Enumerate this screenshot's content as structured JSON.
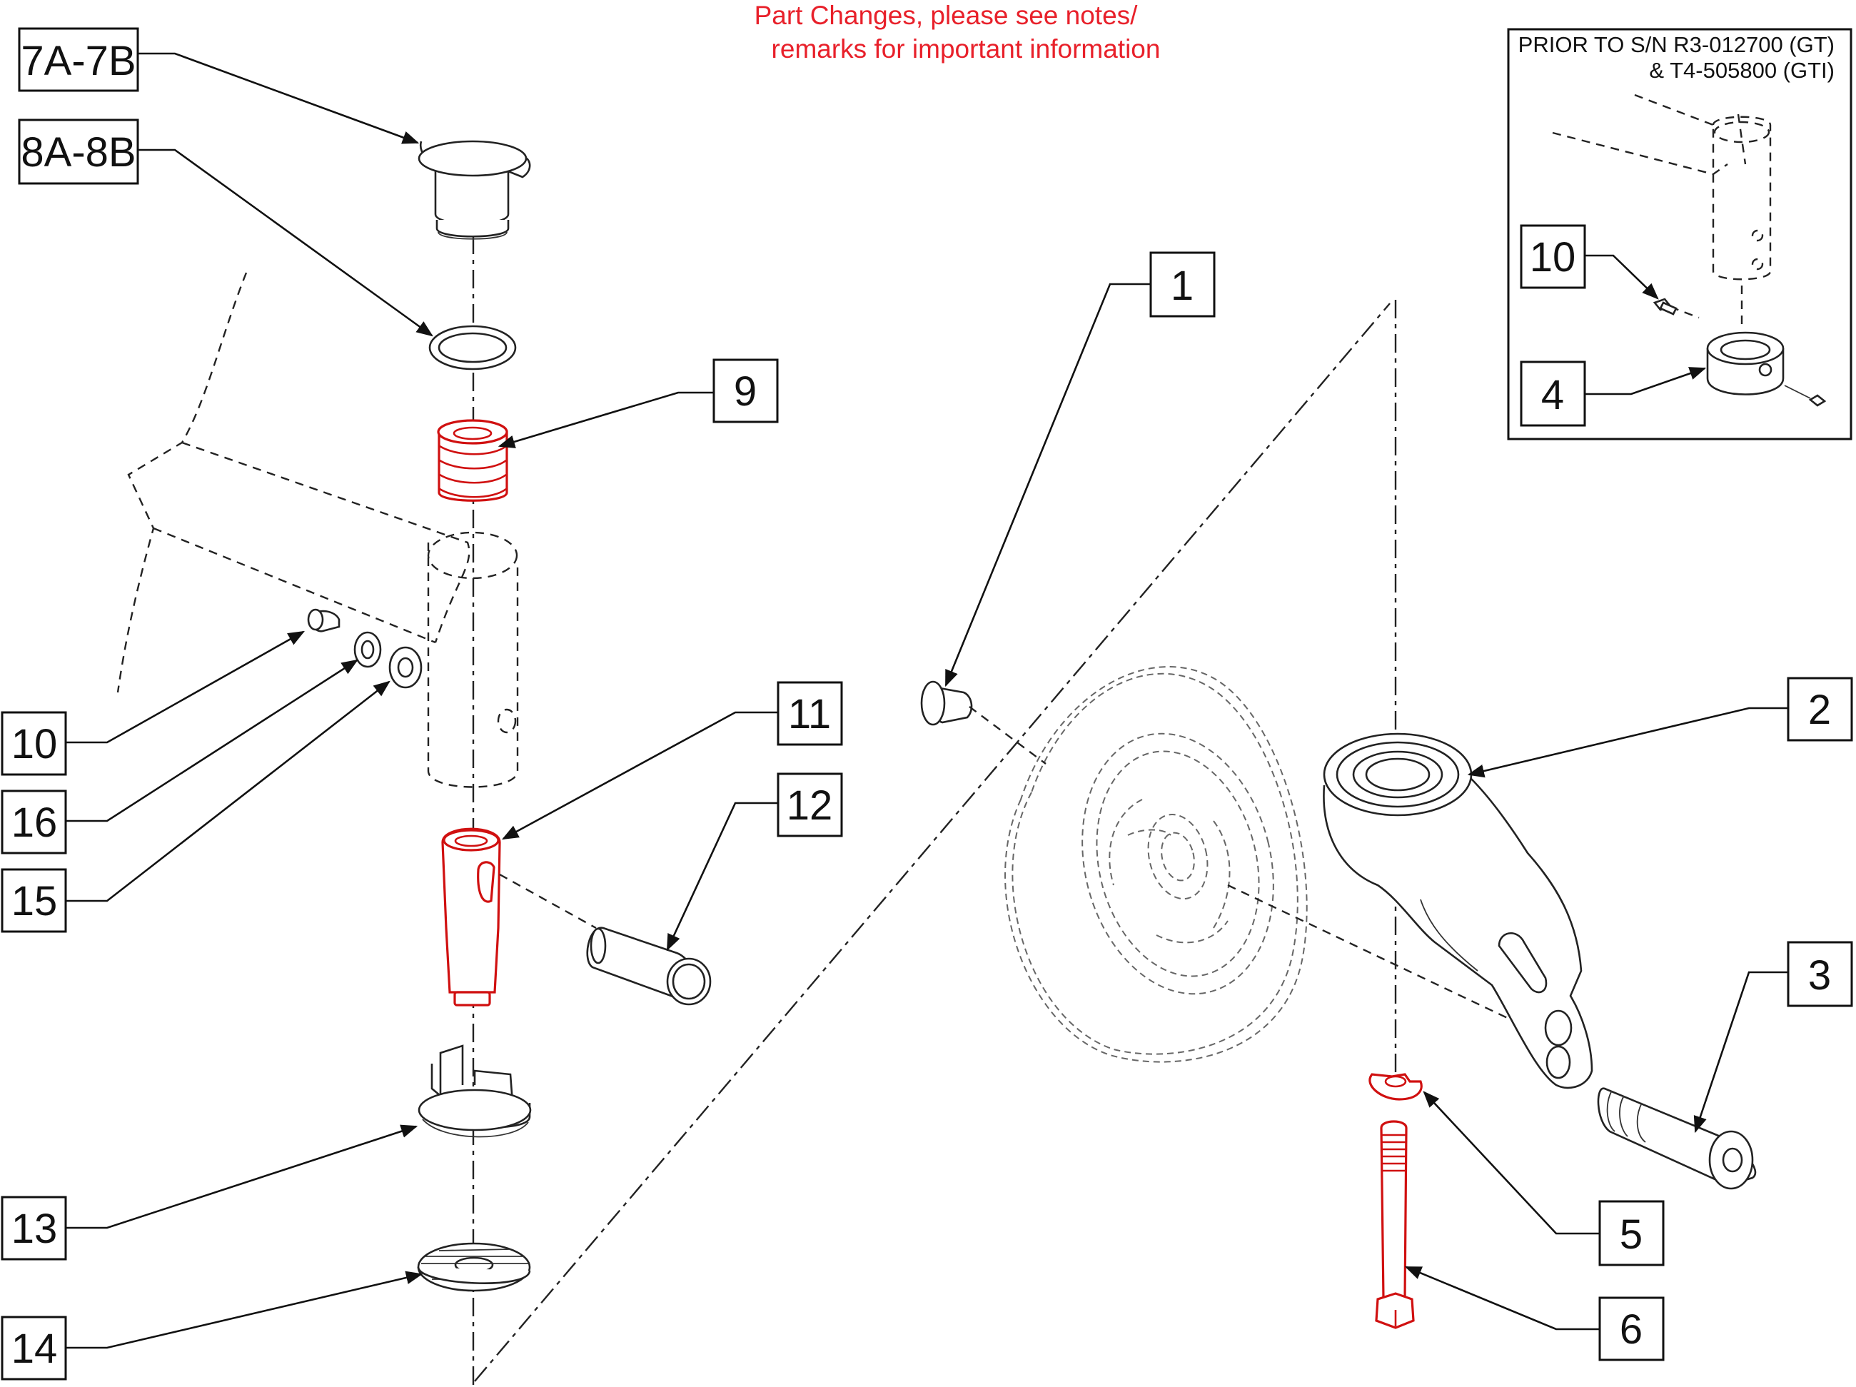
{
  "note": {
    "line1": "Part Changes, please see notes/",
    "line2": "remarks for important information",
    "color": "#e8202a"
  },
  "inset": {
    "line1": "PRIOR TO S/N R3-012700 (GT)",
    "line2": "& T4-505800 (GTI)"
  },
  "callouts": {
    "c7a7b": "7A-7B",
    "c8a8b": "8A-8B",
    "c9": "9",
    "c10": "10",
    "c16": "16",
    "c15": "15",
    "c11": "11",
    "c12": "12",
    "c13": "13",
    "c14": "14",
    "c1": "1",
    "c2": "2",
    "c3": "3",
    "c4": "4",
    "c5": "5",
    "c6": "6",
    "c10_inset": "10"
  },
  "colors": {
    "highlight": "#d01010",
    "line": "#111111"
  }
}
